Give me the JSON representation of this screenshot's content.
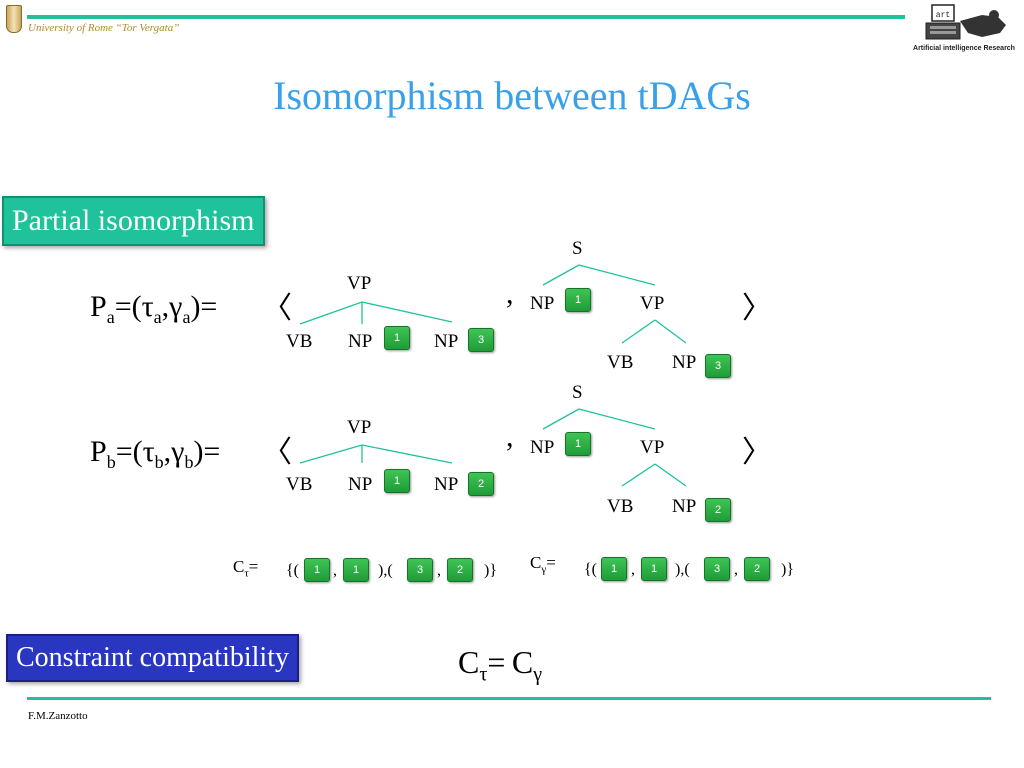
{
  "header": {
    "university": "University of Rome “Tor Vergata”",
    "logo_text": "Artificial intelligence Research",
    "logo_word": "art"
  },
  "title": "Isomorphism between tDAGs",
  "labels": {
    "partial": "Partial isomorphism",
    "constraint": "Constraint compatibility"
  },
  "symbols": {
    "langle": "〈",
    "rangle": "〉",
    "comma": ",",
    "tau": "τ",
    "gamma": "γ"
  },
  "pa": {
    "P": "P",
    "sub": "a",
    "eq_open": "=(",
    "eq_close": ")="
  },
  "pb": {
    "P": "P",
    "sub": "b",
    "eq_open": "=(",
    "eq_close": ")="
  },
  "nodes": {
    "S": "S",
    "VP": "VP",
    "VB": "VB",
    "NP": "NP"
  },
  "tags": {
    "a_left_np1": "1",
    "a_left_np2": "3",
    "a_right_np1": "1",
    "a_right_np2": "3",
    "b_left_np1": "1",
    "b_left_np2": "2",
    "b_right_np1": "1",
    "b_right_np2": "2",
    "ct_1": "1",
    "ct_2": "1",
    "ct_3": "3",
    "ct_4": "2",
    "cg_1": "1",
    "cg_2": "1",
    "cg_3": "3",
    "cg_4": "2"
  },
  "constraints": {
    "C": "C",
    "eq": "=",
    "open": "{(",
    "sep": ",",
    "mid": "),(",
    "close": ")}"
  },
  "footer": {
    "author": "F.M.Zanzotto"
  }
}
